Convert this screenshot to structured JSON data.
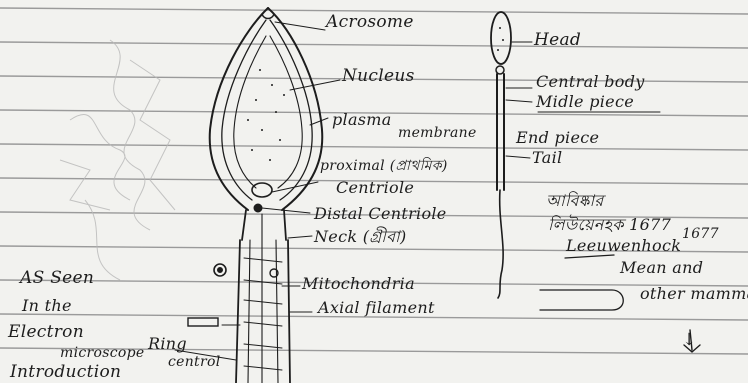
{
  "labels": {
    "acrosome": "Acrosome",
    "nucleus": "Nucleus",
    "plasma_membrane_1": "plasma",
    "plasma_membrane_2": "membrane",
    "proximal_1": "proximal (প্রাথমিক)",
    "proximal_2": "Centriole",
    "distal": "Distal Centriole",
    "neck": "Neck (গ্রীবা)",
    "mitochondria": "Mitochondria",
    "axial": "Axial filament",
    "ring_1": "Ring",
    "ring_2": "centrol",
    "head": "Head",
    "central_body": "Central body",
    "middle_piece": "Midle piece",
    "end_piece": "End piece",
    "tail": "Tail"
  },
  "notes": {
    "as_seen_1": "AS Seen",
    "as_seen_2": "In the",
    "as_seen_3": "Electron",
    "as_seen_4": "microscope",
    "intro": "Introduction",
    "right_1": "আবিষ্কার",
    "right_2": "লিউয়েনহক 1677",
    "right_3": "Leeuwenhock",
    "right_4": "1677",
    "right_5": "Mean and",
    "right_6": "other mammals.",
    "arrow": "↓"
  },
  "colors": {
    "paper": "#f2f2ef",
    "rule_line": "#9a9a9a",
    "ink": "#1d1d1d"
  }
}
